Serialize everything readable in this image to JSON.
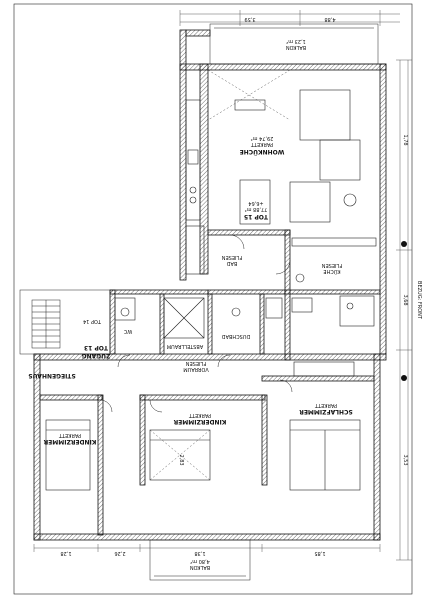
{
  "rooms": {
    "wohnkueche": {
      "name": "WOHNKÜCHE",
      "floor": "PARKETT",
      "area": "29,74 m²"
    },
    "bad_top": {
      "name": "BAD",
      "floor": "FLIESEN"
    },
    "kueche": {
      "name": "KÜCHE",
      "floor": "FLIESEN"
    },
    "wc": {
      "name": "WC"
    },
    "abstellraum": {
      "name": "ABSTELLRAUM"
    },
    "duschbad": {
      "name": "DUSCHBAD"
    },
    "vorraum": {
      "name": "VORRAUM",
      "floor": "FLIESEN"
    },
    "kinderzimmer_left": {
      "name": "KINDERZIMMER",
      "floor": "PARKETT"
    },
    "kinderzimmer_mid": {
      "name": "KINDERZIMMER",
      "floor": "PARKETT"
    },
    "schlafzimmer": {
      "name": "SCHLAFZIMMER",
      "floor": "PARKETT"
    },
    "stiegenhaus": {
      "name": "STIEGENHAUS"
    },
    "balkon_top": {
      "name": "BALKON",
      "area": "1,23 m²"
    },
    "balkon_bottom": {
      "name": "BALKON",
      "area": "4,80 m²"
    }
  },
  "units": {
    "top15": {
      "label": "TOP 15",
      "area": "77,88 m²",
      "height": "+6,64"
    },
    "top13": {
      "label": "TOP 13"
    },
    "top14": {
      "label": "TOP 14"
    },
    "zugang": {
      "label": "ZUGANG"
    }
  },
  "dims": {
    "d1": "3,59",
    "d2": "4,88",
    "d3": "1,78",
    "d4": "3,68",
    "d5": "3,53",
    "d6": "1,28",
    "d7": "2,26",
    "d8": "1,38",
    "d9": "1,85",
    "d10": "2,83"
  },
  "header_note": "BEZUG: FRONT",
  "colors": {
    "ink": "#111111",
    "paper": "#ffffff"
  }
}
